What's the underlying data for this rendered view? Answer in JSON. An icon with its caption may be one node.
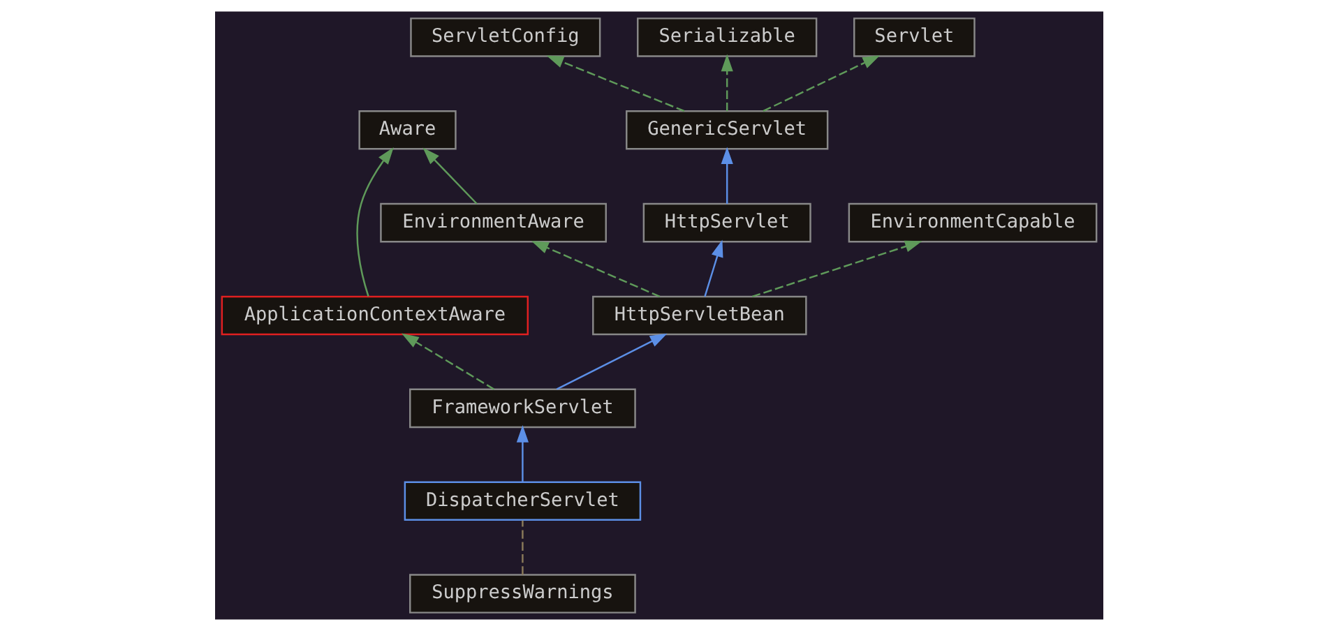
{
  "diagram": {
    "nodes": [
      {
        "text": [
          "ServletConfig"
        ]
      },
      {
        "text": [
          "Serializable"
        ]
      },
      {
        "text": [
          "Servlet"
        ]
      },
      {
        "text": [
          "GenericServlet"
        ]
      },
      {
        "text": [
          "Aware"
        ]
      },
      {
        "text": [
          "HttpServlet"
        ]
      },
      {
        "text": [
          "EnvironmentAware"
        ]
      },
      {
        "text": [
          "EnvironmentCapable"
        ]
      },
      {
        "text": [
          "ApplicationContextAware"
        ]
      },
      {
        "text": [
          "HttpServletBean"
        ]
      },
      {
        "text": [
          "SuppressWarnings"
        ]
      },
      {
        "text": [
          "FrameworkServlet"
        ]
      },
      {
        "text": [
          "DispatcherServlet"
        ]
      }
    ],
    "edges": [
      {
        "from": 3,
        "to": 0,
        "arrow": "to",
        "style": "dashed"
      },
      {
        "from": 3,
        "to": 1,
        "arrow": "to",
        "style": "dashed"
      },
      {
        "from": 3,
        "to": 2,
        "arrow": "to",
        "style": "dashed"
      },
      {
        "from": 5,
        "to": 3,
        "arrow": "to",
        "color": "#5c8fe6"
      },
      {
        "from": 6,
        "to": 4,
        "arrow": "to"
      },
      {
        "from": 8,
        "to": 4,
        "arrow": "to"
      },
      {
        "from": 9,
        "to": 5,
        "arrow": "to",
        "color": "#5c8fe6"
      },
      {
        "from": 9,
        "to": 6,
        "arrow": "to",
        "style": "dashed"
      },
      {
        "from": 9,
        "to": 7,
        "arrow": "to",
        "style": "dashed"
      },
      {
        "from": 11,
        "to": 9,
        "arrow": "to",
        "color": "#5c8fe6"
      },
      {
        "from": 11,
        "to": 8,
        "arrow": "to",
        "style": "dashed"
      },
      {
        "from": 10,
        "to": 12,
        "arrow": "none",
        "style": "dashed",
        "color": "#8a7a5a"
      },
      {
        "from": 12,
        "to": 11,
        "arrow": "to",
        "color": "#5c8fe6"
      }
    ]
  }
}
